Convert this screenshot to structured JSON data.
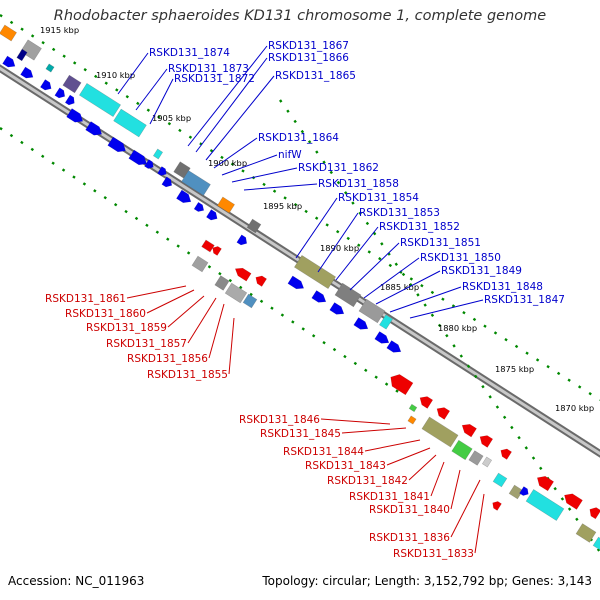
{
  "title": "Rhodobacter sphaeroides KD131 chromosome 1, complete genome",
  "footer": {
    "accession": "Accession: NC_011963",
    "summary": "Topology: circular; Length: 3,152,792 bp; Genes: 3,143"
  },
  "colors": {
    "backbone": "#808080",
    "forward_gene": "#0000ee",
    "reverse_gene": "#ee0000",
    "label_forward": "#0000cc",
    "label_reverse": "#cc0000",
    "tick_green": "#008800",
    "cyan": "#22e0e0",
    "olive": "#a0a060",
    "gray": "#909090",
    "orange": "#ff8800",
    "green": "#44cc44"
  },
  "ruler": [
    "1915 kbp",
    "1910 kbp",
    "1905 kbp",
    "1900 kbp",
    "1895 kbp",
    "1890 kbp",
    "1885 kbp",
    "1880 kbp",
    "1875 kbp",
    "1870 kbp"
  ],
  "labels_top": [
    "RSKD131_1874",
    "RSKD131_1873",
    "RSKD131_1872",
    "RSKD131_1867",
    "RSKD131_1866",
    "RSKD131_1865",
    "RSKD131_1864",
    "nifW",
    "RSKD131_1862",
    "RSKD131_1858",
    "RSKD131_1854",
    "RSKD131_1853",
    "RSKD131_1852",
    "RSKD131_1851",
    "RSKD131_1850",
    "RSKD131_1849",
    "RSKD131_1848",
    "RSKD131_1847"
  ],
  "labels_mid": [
    "RSKD131_1861",
    "RSKD131_1860",
    "RSKD131_1859",
    "RSKD131_1857",
    "RSKD131_1856",
    "RSKD131_1855"
  ],
  "labels_bottom": [
    "RSKD131_1846",
    "RSKD131_1845",
    "RSKD131_1844",
    "RSKD131_1843",
    "RSKD131_1842",
    "RSKD131_1841",
    "RSKD131_1840",
    "RSKD131_1836",
    "RSKD131_1833"
  ]
}
